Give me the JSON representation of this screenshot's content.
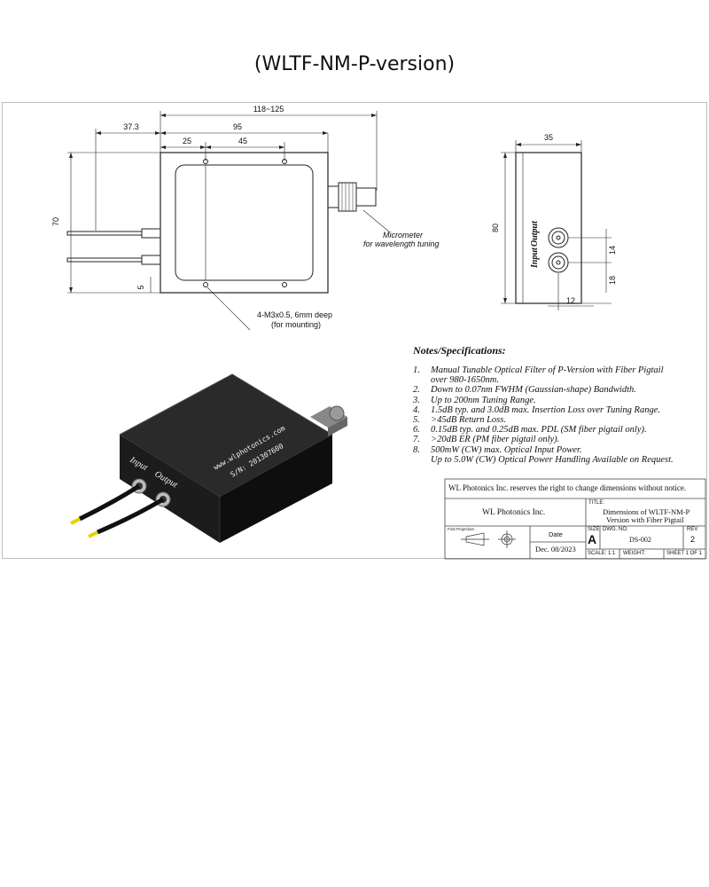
{
  "title": "(WLTF-NM-P-version)",
  "dimensions": {
    "total_length": "118~125",
    "body_length": "95",
    "fiber_offset": "37.3",
    "hole_offset": "25",
    "hole_spacing": "45",
    "body_height": "70",
    "hole_edge": "5",
    "side_width": "35",
    "side_height": "80",
    "port_spacing": "14",
    "port_bottom": "18",
    "port_edge": "12"
  },
  "callouts": {
    "micrometer_line1": "Micrometer",
    "micrometer_line2": "for wavelength tuning",
    "mount_line1": "4-M3x0.5, 6mm deep",
    "mount_line2": "(for mounting)"
  },
  "port_labels": {
    "input": "Input",
    "output": "Output"
  },
  "device_print": {
    "website": "www.wlphotonics.com",
    "serial": "S/N: 201307600"
  },
  "notes": {
    "heading": "Notes/Specifications:",
    "items": [
      {
        "num": "1.",
        "line1": "Manual Tunable Optical Filter of P-Version with Fiber Pigtail",
        "line2": "over 980-1650nm."
      },
      {
        "num": "2.",
        "line1": "Down to 0.07nm FWHM (Gaussian-shape) Bandwidth.",
        "line2": ""
      },
      {
        "num": "3.",
        "line1": "Up to 200nm Tuning Range.",
        "line2": ""
      },
      {
        "num": "4.",
        "line1": "1.5dB typ. and 3.0dB max. Insertion Loss over Tuning Range.",
        "line2": ""
      },
      {
        "num": "5.",
        "line1": ">45dB Return Loss.",
        "line2": ""
      },
      {
        "num": "6.",
        "line1": "0.15dB typ. and 0.25dB max. PDL (SM fiber pigtail only).",
        "line2": ""
      },
      {
        "num": "7.",
        "line1": ">20dB ER (PM fiber pigtail only).",
        "line2": ""
      },
      {
        "num": "8.",
        "line1": "500mW (CW) max. Optical Input Power.",
        "line2": "Up to 5.0W (CW) Optical Power Handling Available on Request."
      }
    ]
  },
  "title_block": {
    "notice": "WL Photonics Inc. reserves the right to change dimensions without notice.",
    "company": "WL Photonics Inc.",
    "title_label": "TITLE:",
    "title_line1": "Dimensions of WLTF-NM-P",
    "title_line2": "Version with Fiber Pigtail",
    "projection_label": "First Projection",
    "date_label": "Date",
    "date_value": "Dec. 08/2023",
    "size_label": "SIZE",
    "size_value": "A",
    "dwg_label": "DWG.  NO.",
    "dwg_value": "DS-002",
    "rev_label": "REV",
    "rev_value": "2",
    "scale": "SCALE: 1:1",
    "weight": "WEIGHT:",
    "sheet": "SHEET 1 OF 1"
  }
}
